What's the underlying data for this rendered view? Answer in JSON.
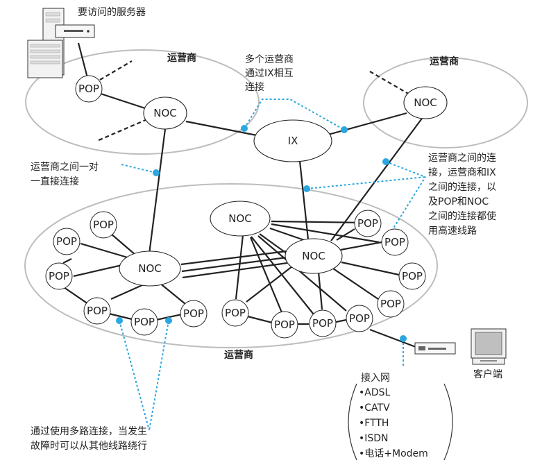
{
  "isp_label": "运营商",
  "server_label": "要访问的服务器",
  "client_label": "客户端",
  "ix_label": "IX",
  "noc_label": "NOC",
  "pop_label": "POP",
  "notes": {
    "ix_interconnect": [
      "多个运营商",
      "通过IX相互",
      "连接"
    ],
    "direct_connect": [
      "运营商之间一对",
      "一直接连接"
    ],
    "high_speed": [
      "运营商之间的连",
      "接，运营商和IX",
      "之间的连接，以",
      "及POP和NOC",
      "之间的连接都使",
      "用高速线路"
    ],
    "redundancy": [
      "通过使用多路连接，当发生",
      "故障时可以从其他线路绕行"
    ]
  },
  "access_network": {
    "title": "接入网",
    "items": [
      "•ADSL",
      "•CATV",
      "•FTTH",
      "•ISDN",
      "•电话+Modem"
    ]
  },
  "colors": {
    "callout": "#2aa7e0",
    "isp_outline": "#bdbdbd",
    "line": "#222222"
  }
}
